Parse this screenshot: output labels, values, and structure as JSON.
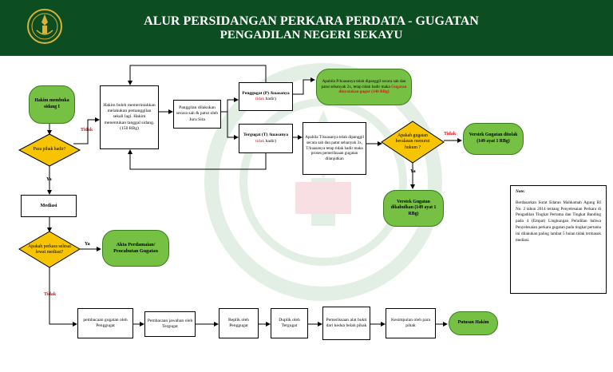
{
  "header": {
    "title_line1": "ALUR  PERSIDANGAN PERKARA PERDATA - GUGATAN",
    "title_line2": "PENGADILAN NEGERI SEKAYU"
  },
  "nodes": {
    "hakim": "Hakim membuka sidang I",
    "para_pihak": "Para pihak hadir?",
    "hakim_boleh": "Hakim boleh memerintahkan melakukan pemanggilan sekali lagi. Hakim menentukan tanggal sidang. (150 RBg)",
    "panggilan": "Panggilan dilakukan secara sah & patut oleh Juru Sita",
    "penggugat_a": "Penggugat (P) /kuasanya ",
    "penggugat_b": "tidak",
    "penggugat_c": " hadir)",
    "tergugat_a": "Tergugat (T) /kuasanya ",
    "tergugat_b": "tidak",
    "tergugat_c": " hadir)",
    "gugur_a": "Apabila P/kuasanya telah dipanggil secara sah dan patut sebanyak 2x, tetap tidak  hadir maka ",
    "gugur_b": "Gugatan dinyatakan gugur (148 RBg)",
    "tergugat_box": "Apabila T/kuasanya telah dipanggil secara sah dan patut sebanyak 3x, T/kuasanya tetap tidak hadir maka proses pemeriksaan gugatan dilanjutkan",
    "apakah_gugatan": "Apakah gugatan beralasan menurut hukum ?",
    "verstek_ditolak": "Verstek Gugatan ditolak (149 ayat 1 RBg)",
    "verstek_dikabulkan": "Verstek Gugatan dikabulkan (149 ayat 1 RBg)",
    "mediasi": "Mediasi",
    "apakah_mediasi": "Apakah perkara selesai lewat mediasi?",
    "akta": "Akta Perdamaian/ Pencabutan Gugatan",
    "step1": "pembacaan gugatan oleh Penggugat",
    "step2": "Pembacaan jawaban oleh Tergugat",
    "step3": "Replik oleh Penggugat",
    "step4": "Duplik oleh Tergugat",
    "step5": "Pemeriksaan alat bukti dari kedua belah pihak",
    "step6": "Kesimpulan oleh para pihak",
    "putusan": "Putusan Hakim"
  },
  "edge_labels": {
    "tidak1": "Tidak",
    "ya1": "Ya",
    "ya2": "Ya",
    "tidak2": "Tidak",
    "tidak3": "Tidak",
    "ya3": "Ya"
  },
  "note": {
    "title": "Note:",
    "body": "Berdasarkan Surat Edaran Mahkamah Agung RI No. 2 tahun 2014 tentang Penyelesaian Perkara di Pengadilan Tingkat Pertama dan Tingkat Banding pada 4 (Empat) Lingkungan Peradilan bahwa Penyelesaian perkara gugatan pada tingkat pertama ini dilakukan paling lambat 5 bulan tidak termasuk mediasi."
  },
  "colors": {
    "header": "#0c4d22",
    "pill_green": "#76c043",
    "diamond_yellow": "#f6c400",
    "red_text": "#d4141c"
  },
  "icons": [
    "court-emblem-icon",
    "court-watermark-icon"
  ]
}
